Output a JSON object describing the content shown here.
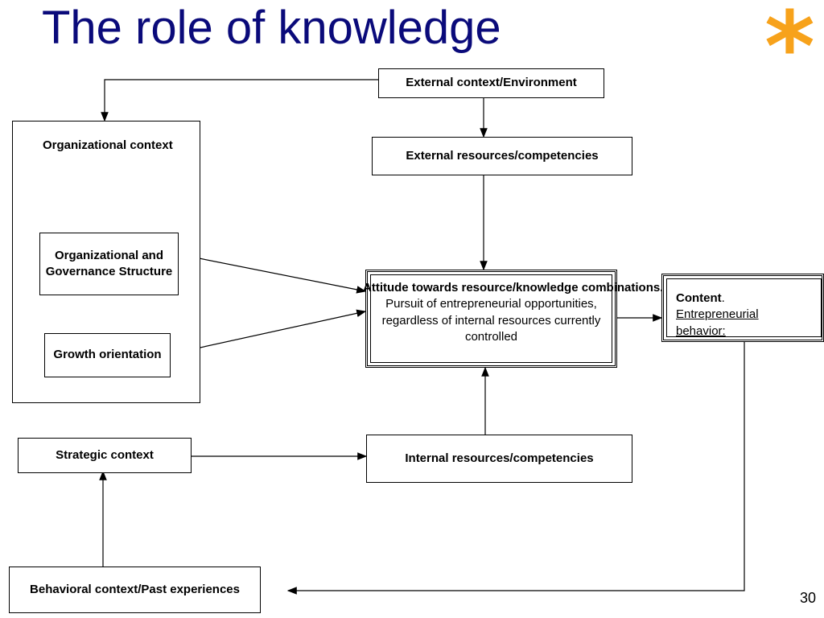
{
  "slide": {
    "title": "The role of knowledge",
    "star_glyph": "*",
    "page_number": "30",
    "accent_color": "#f7a21b",
    "title_color": "#0a0a7a"
  },
  "boxes": {
    "external_context": "External context/Environment",
    "external_resources": "External resources/competencies",
    "organizational_context": "Organizational context",
    "org_governance": "Organizational and Governance Structure",
    "growth_orientation": "Growth orientation",
    "attitude_heading": "Attitude towards resource/knowledge combinations.",
    "attitude_body": "Pursuit of entrepreneurial opportunities, regardless of internal resources currently controlled",
    "content_label": "Content",
    "content_dot": ".",
    "content_body": "Entrepreneurial behavior:",
    "strategic_context": "Strategic context",
    "internal_resources": "Internal resources/competencies",
    "behavioral_context": "Behavioral context/Past experiences"
  }
}
